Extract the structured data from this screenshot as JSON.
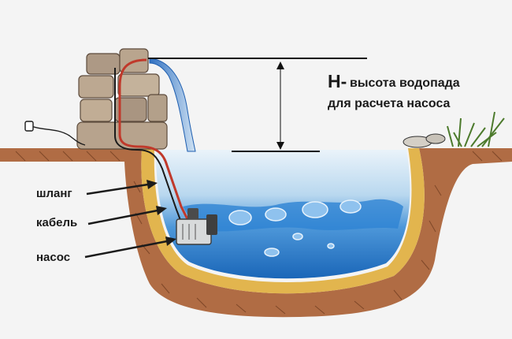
{
  "annotation": {
    "h_symbol": "H-",
    "line1_rest": "высота водопада",
    "line2": "для расчета насоса"
  },
  "labels": {
    "hose": "шланг",
    "cable": "кабель",
    "pump": "насос"
  },
  "colors": {
    "background": "#f4f4f4",
    "soil": "#a0603a",
    "sand": "#e2b54e",
    "water_light": "#dcebf6",
    "water_deep": "#1f74c8",
    "stone": "#b39d86",
    "hose": "#c0392b"
  }
}
